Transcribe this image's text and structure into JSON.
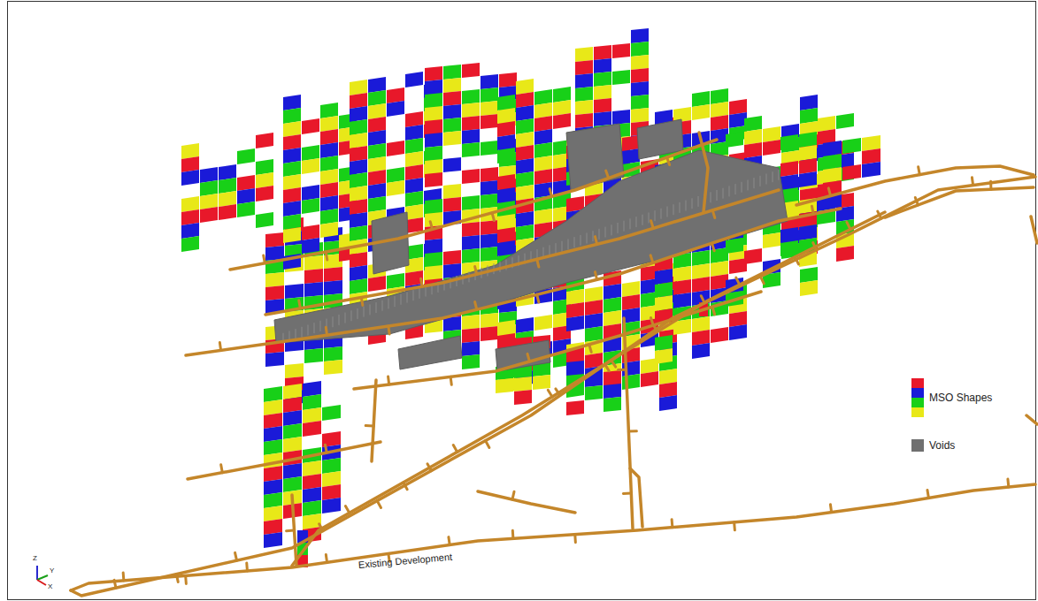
{
  "diagram": {
    "labels": [
      "Existing Development",
      "Z",
      "Y",
      "X"
    ],
    "legend": [
      {
        "text": "MSO Shapes"
      },
      {
        "text": "Voids",
        "color": "#707070"
      }
    ]
  }
}
